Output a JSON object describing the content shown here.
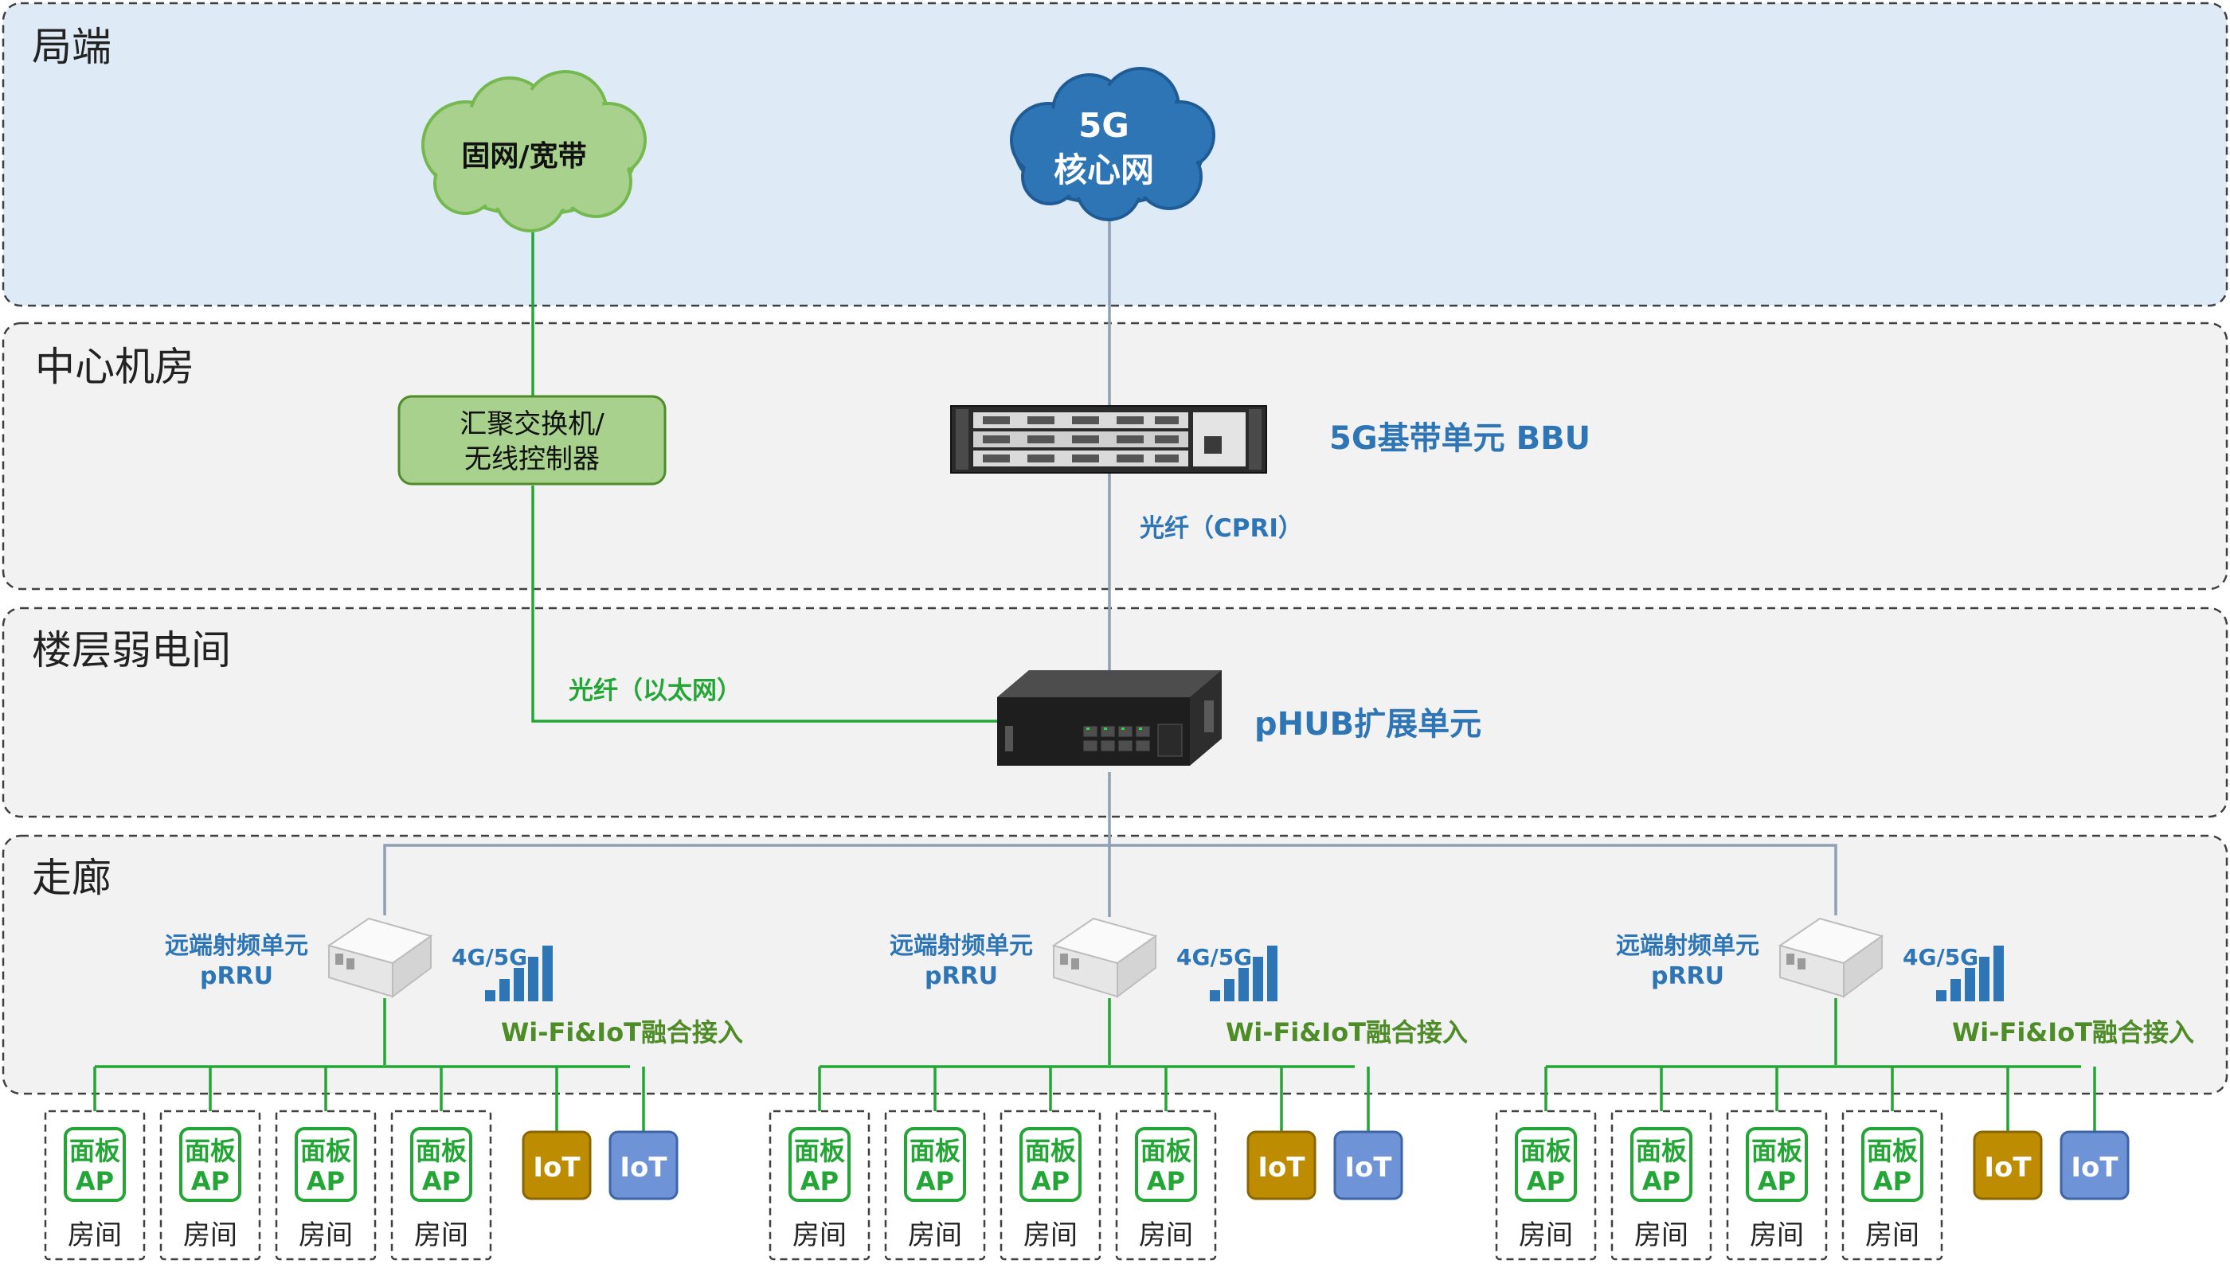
{
  "zones": {
    "office": "局端",
    "center": "中心机房",
    "floor": "楼层弱电间",
    "corridor": "走廊"
  },
  "clouds": {
    "fixed": "固网/宽带",
    "core_line1": "5G",
    "core_line2": "核心网"
  },
  "switch": {
    "line1": "汇聚交换机/",
    "line2": "无线控制器"
  },
  "bbu_label": "5G基带单元 BBU",
  "fiber_cpri": "光纤（CPRI）",
  "fiber_eth": "光纤（以太网）",
  "phub_label": "pHUB扩展单元",
  "prru": {
    "name_line1": "远端射频单元",
    "name_line2": "pRRU",
    "signal": "4G/5G",
    "access": "Wi-Fi&IoT融合接入"
  },
  "room": {
    "ap_line1": "面板",
    "ap_line2": "AP",
    "room_label": "房间",
    "iot_label": "IoT"
  },
  "colors": {
    "green": "#23A636",
    "blue": "#2E75B6",
    "line_gray": "#8FA0B5",
    "iot_gold": "#BE8C00",
    "iot_blue": "#6E93D6",
    "top_zone": "#DEEBF7",
    "zone": "#F2F2F2"
  },
  "icons": [
    "cloud-icon",
    "bbu-device-icon",
    "phub-device-icon",
    "prru-device-icon",
    "signal-bars-icon"
  ]
}
